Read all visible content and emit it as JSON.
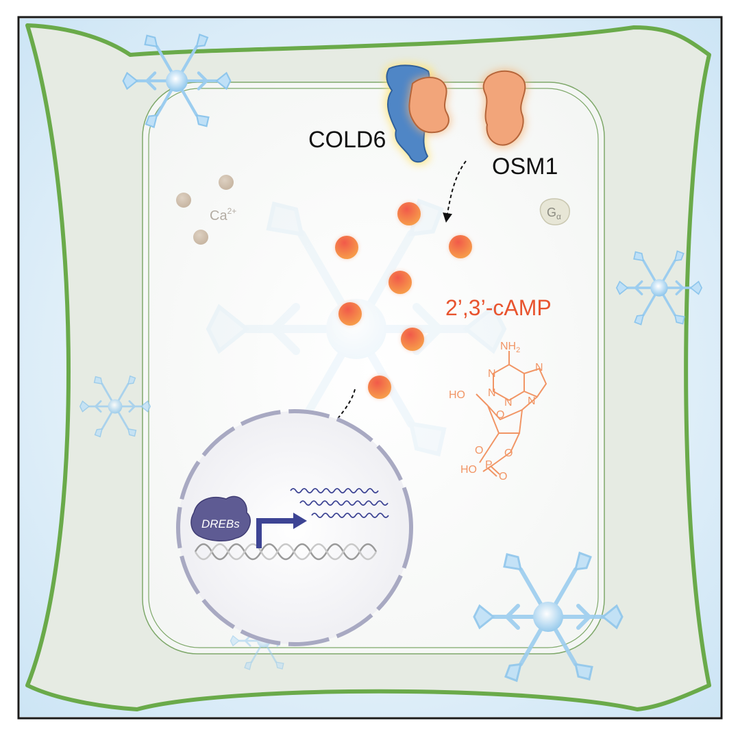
{
  "labels": {
    "cold6": "COLD6",
    "osm1": "OSM1",
    "calcium": "Ca",
    "calcium_charge": "2+",
    "g_alpha": "G",
    "g_alpha_sub": "α",
    "camp": "2’,3’-cAMP",
    "drebs": "DREBs"
  },
  "molecule": {
    "nh2": "NH",
    "nh2_sub": "2",
    "n1": "N",
    "n2": "N",
    "n3": "N",
    "n4": "N",
    "n5": "N",
    "ho": "HO",
    "o_ring": "O",
    "o_left": "O",
    "o_right": "O",
    "p": "P",
    "ho_p": "HO",
    "o_double": "O"
  },
  "colors": {
    "cell_wall": "#6aaa4a",
    "ice": "#cfe6f6",
    "cold6": "#4f86c6",
    "osm1": "#f2a57a",
    "camp": "#e8542f",
    "nucleus_border": "#a8a9c2",
    "dreb": "#5e5b93",
    "arrow": "#3d4494"
  }
}
